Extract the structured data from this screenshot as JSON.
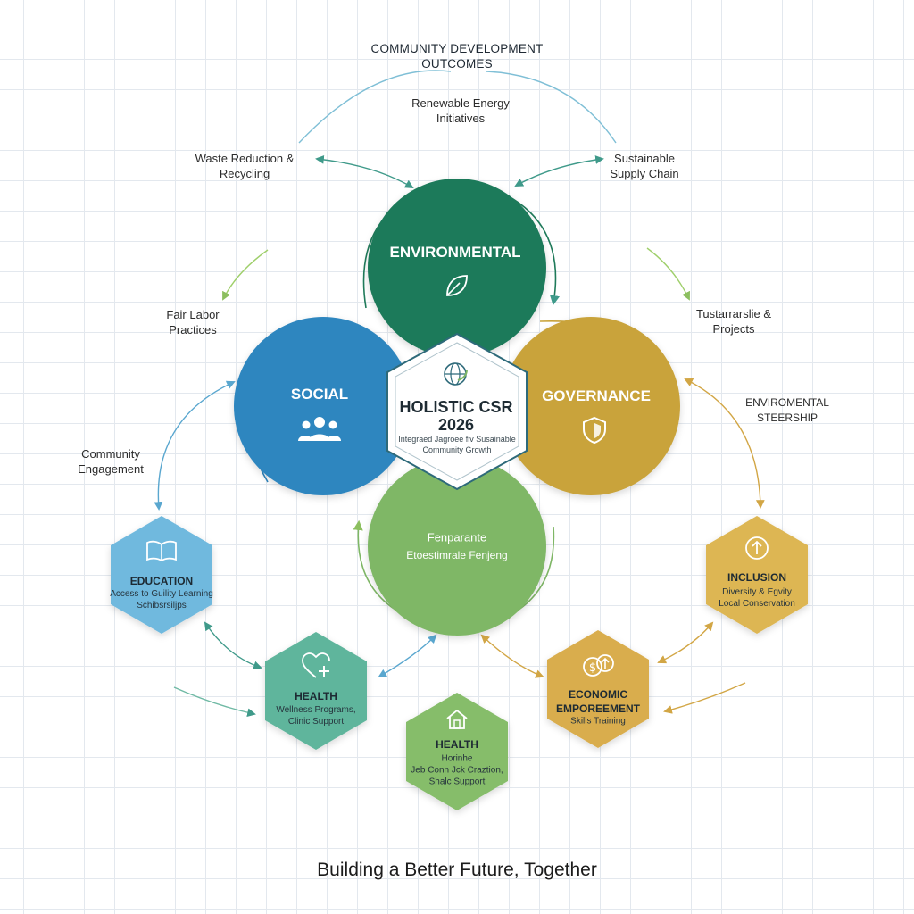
{
  "top_title": "COMMUNITY DEVELOPMENT\nOUTCOMES",
  "outer_labels": {
    "renewable": "Renewable Energy\nInitiatives",
    "waste": "Waste Reduction &\nRecycling",
    "supply_chain": "Sustainable\nSupply Chain",
    "fair_labor": "Fair Labor\nPractices",
    "sustainable_projects": "Tustarrarslie &\nProjects",
    "stewardship": "ENVIROMENTAL\nSTEERSHIP",
    "community_engagement": "Community\nEngagement"
  },
  "circles": {
    "environmental": {
      "title": "ENVIRONMENTAL",
      "icon": "leaf-icon",
      "color": "#1f7a5a"
    },
    "social": {
      "title": "SOCIAL",
      "icon": "people-icon",
      "color": "#2e86bf"
    },
    "governance": {
      "title": "GOVERNANCE",
      "icon": "shield-icon",
      "color": "#c9a33a"
    },
    "bottom": {
      "line1": "Fenparante",
      "line2": "Etoestimrale Fenjeng",
      "color": "#7fb766"
    }
  },
  "center": {
    "title": "HOLISTIC CSR\n2026",
    "subtitle": "Integraed Jagroee fiv Susainable\nCommunity Growth",
    "icon": "globe-icon"
  },
  "hexagons": {
    "education": {
      "title": "EDUCATION",
      "sub": "Access to Guility Learning\nSchibsrsiljps",
      "icon": "book-icon",
      "color": "#6fb9de"
    },
    "health_left": {
      "title": "HEALTH",
      "sub": "Wellness Programs,\nClinic Support",
      "icon": "heart-plus-icon",
      "color": "#5fb59c"
    },
    "health_bottom": {
      "title": "HEALTH",
      "sub": "Horinhe\nJeb Conn Jck Craztion,\nShalc Support",
      "icon": "house-icon",
      "color": "#86bd6b"
    },
    "economic": {
      "title": "ECONOMIC\nEMPOREEMENT",
      "sub": "Skills Training",
      "icon": "coins-icon",
      "color": "#d9ad4e"
    },
    "inclusion": {
      "title": "INCLUSION",
      "sub": "Diversity & Egvity\nLocal Conservation",
      "icon": "arrow-up-icon",
      "color": "#ddb653"
    }
  },
  "footer": "Building a Better Future, Together"
}
